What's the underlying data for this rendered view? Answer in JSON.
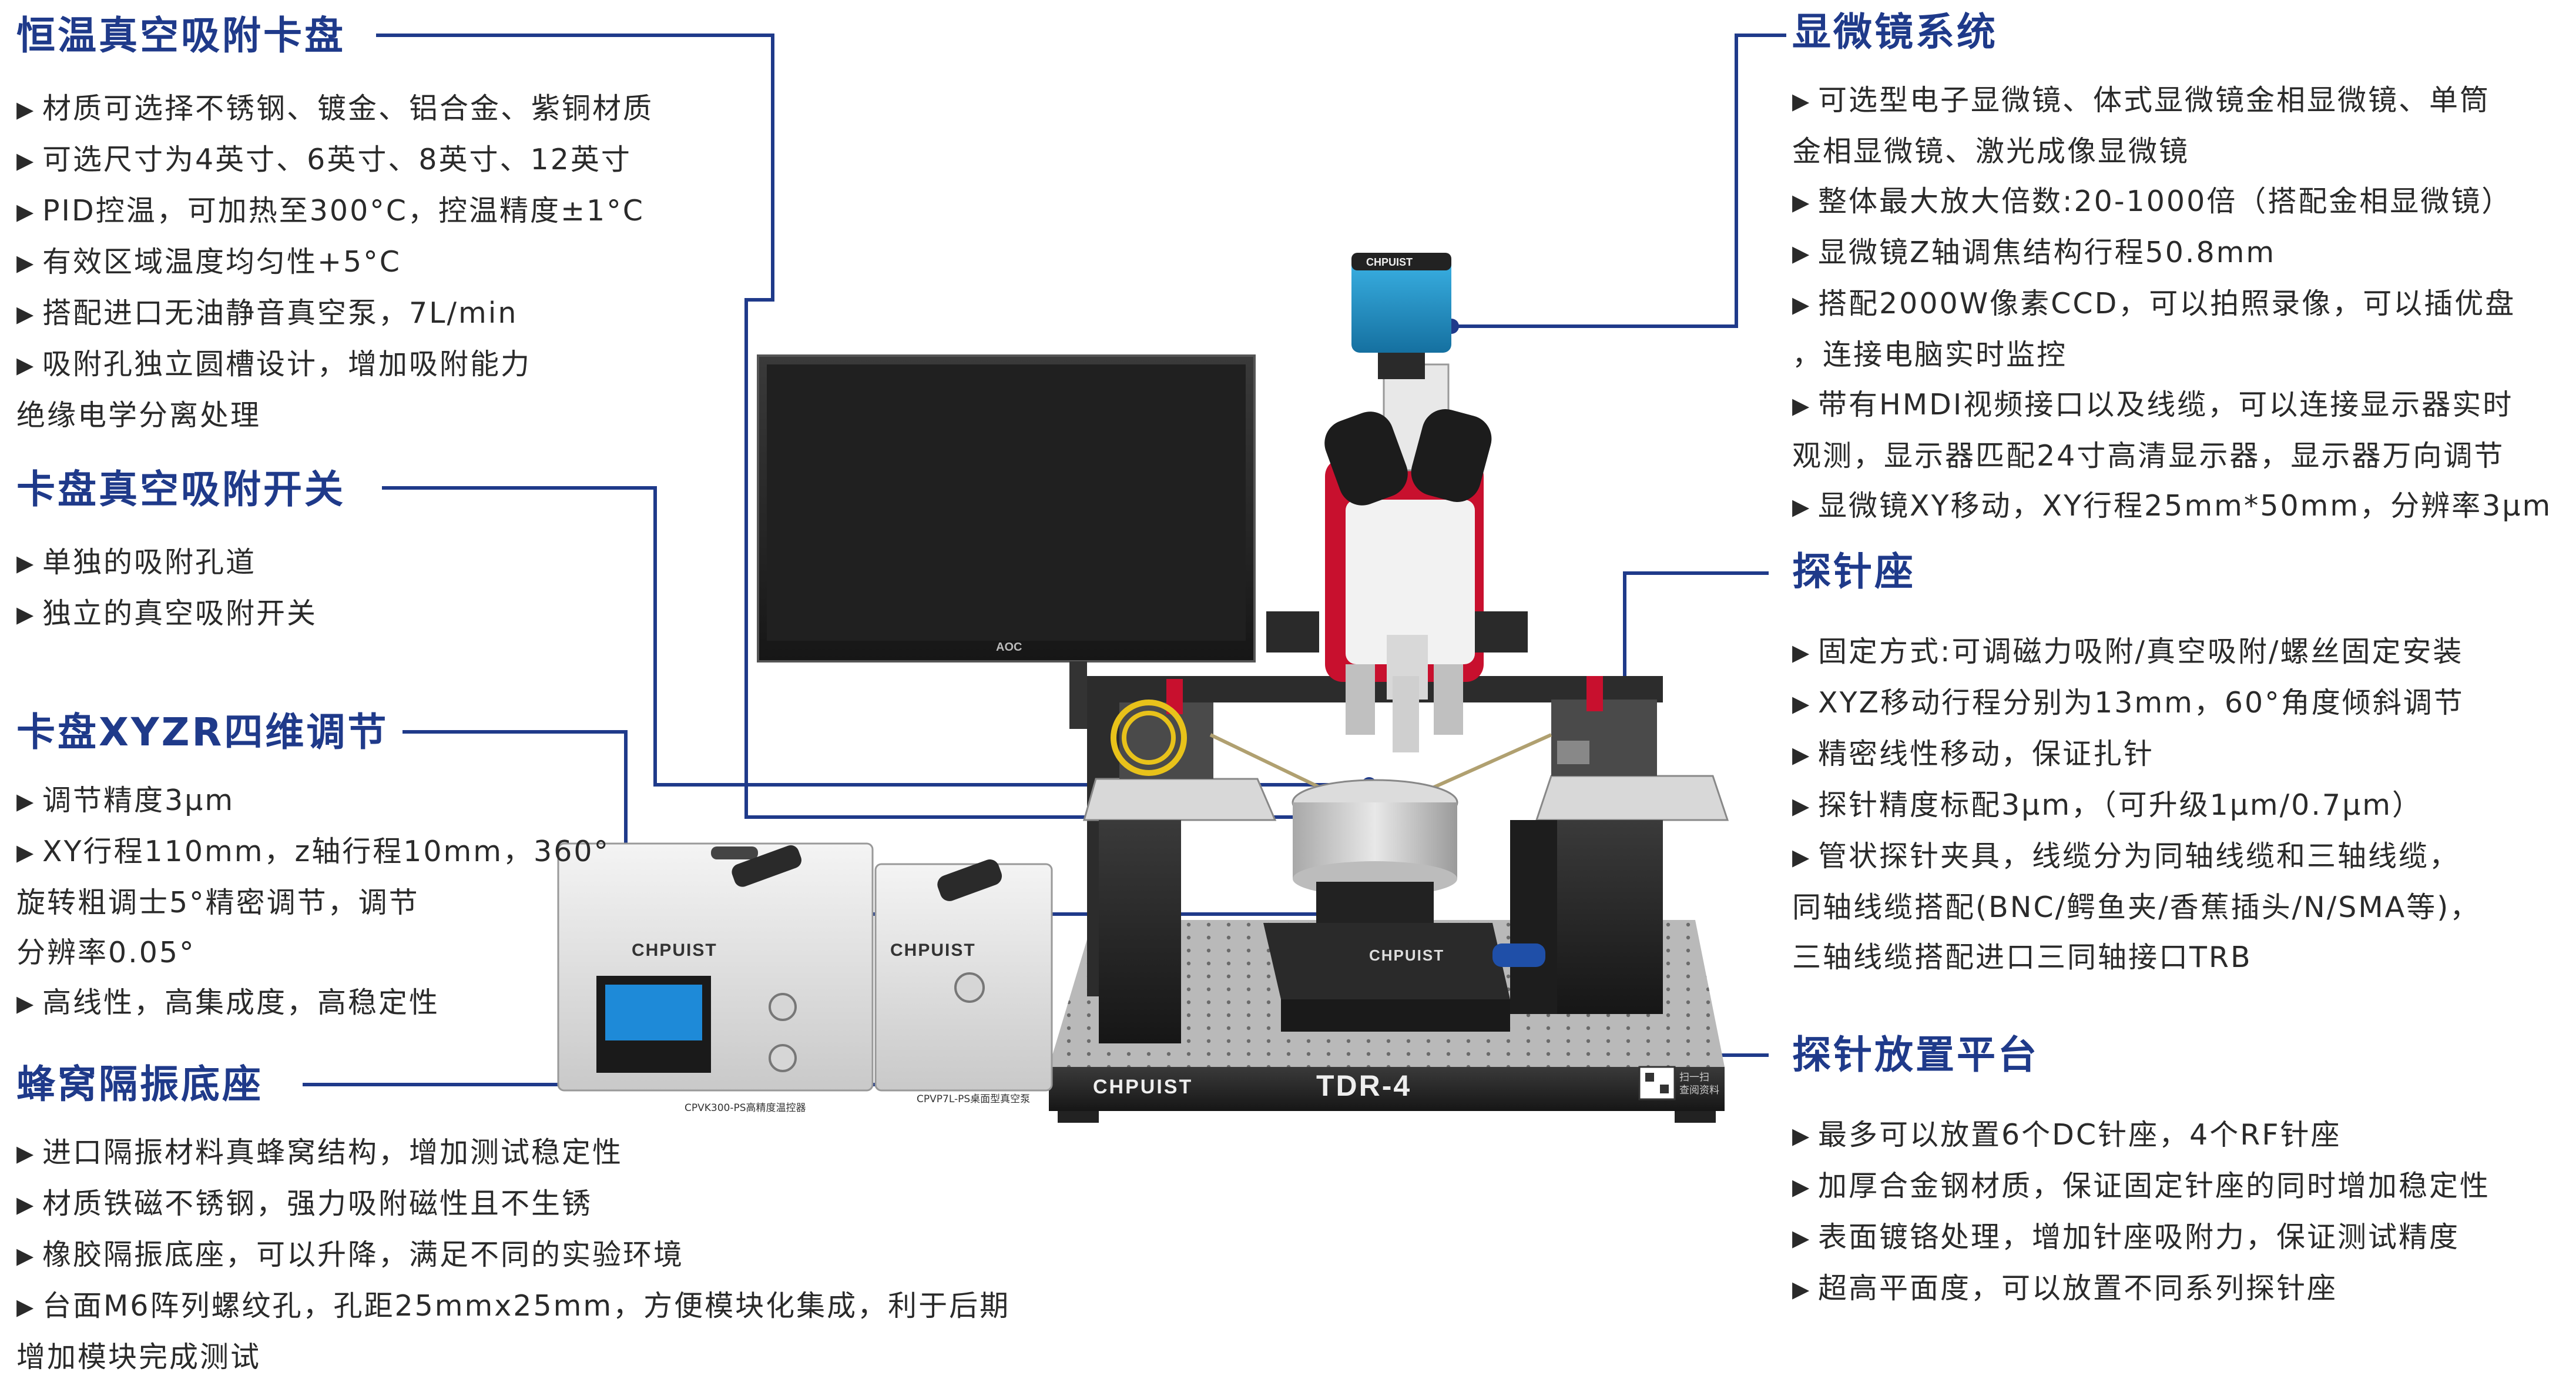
{
  "sections": {
    "chuck": {
      "title": "恒温真空吸附卡盘",
      "items": [
        "材质可选择不锈钢、镀金、铝合金、紫铜材质",
        "可选尺寸为4英寸、6英寸、8英寸、12英寸",
        "PID控温，可加热至300°C，控温精度±1°C",
        "有效区域温度均匀性+5°C",
        "搭配进口无油静音真空泵，7L/min",
        "吸附孔独立圆槽设计，增加吸附能力"
      ],
      "continuation": "绝缘电学分离处理"
    },
    "switch": {
      "title": "卡盘真空吸附开关",
      "items": [
        "单独的吸附孔道",
        "独立的真空吸附开关"
      ]
    },
    "xyzr": {
      "title": "卡盘XYZR四维调节",
      "items": [
        "调节精度3μm",
        "XY行程110mm，z轴行程10mm，360°",
        "高线性，高集成度，高稳定性"
      ],
      "continuation_lines": [
        "旋转粗调士5°精密调节，调节",
        "分辨率0.05°"
      ]
    },
    "base": {
      "title": "蜂窝隔振底座",
      "items": [
        "进口隔振材料真蜂窝结构，增加测试稳定性",
        "材质铁磁不锈钢，强力吸附磁性且不生锈",
        "橡胶隔振底座，可以升降，满足不同的实验环境",
        "台面M6阵列螺纹孔，孔距25mmx25mm，方便模块化集成，利于后期"
      ],
      "continuation": "增加模块完成测试"
    },
    "microscope": {
      "title": "显微镜系统",
      "items": [
        "可选型电子显微镜、体式显微镜金相显微镜、单筒",
        "整体最大放大倍数:20-1000倍（搭配金相显微镜）",
        "显微镜Z轴调焦结构行程50.8mm",
        "搭配2000W像素CCD，可以拍照录像，可以插优盘",
        "带有HMDI视频接口以及线缆，可以连接显示器实时",
        "显微镜XY移动，XY行程25mm*50mm，分辨率3μm"
      ],
      "continuations": {
        "0": "金相显微镜、激光成像显微镜",
        "3": "，连接电脑实时监控",
        "4": "观测，显示器匹配24寸高清显示器，显示器万向调节"
      }
    },
    "probe": {
      "title": "探针座",
      "items": [
        "固定方式:可调磁力吸附/真空吸附/螺丝固定安装",
        "XYZ移动行程分别为13mm，60°角度倾斜调节",
        "精密线性移动，保证扎针",
        "探针精度标配3μm，（可升级1μm/0.7μm）",
        "管状探针夹具，线缆分为同轴线缆和三轴线缆，"
      ],
      "continuation_lines": [
        "同轴线缆搭配(BNC/鳄鱼夹/香蕉插头/N/SMA等)，",
        "三轴线缆搭配进口三同轴接口TRB"
      ]
    },
    "platform": {
      "title": "探针放置平台",
      "items": [
        "最多可以放置6个DC针座，4个RF针座",
        "加厚合金钢材质，保证固定针座的同时增加稳定性",
        "表面镀铬处理，增加针座吸附力，保证测试精度",
        "超高平面度，可以放置不同系列探针座"
      ]
    }
  },
  "bullet": "▶",
  "device_labels": {
    "brand": "CHPUIST",
    "model": "TDR-4",
    "controller_model": "CPVK300-PS高精度温控器",
    "pump_model": "CPVP7L-PS桌面型真空泵",
    "monitor_brand": "AOC",
    "camera_brand": "CHPUIST",
    "qr_caption_1": "扫一扫",
    "qr_caption_2": "查阅资料"
  },
  "colors": {
    "accent": "#1f3a8a",
    "text": "#2a2a2a",
    "camera_blue": "#1a8fc4",
    "microscope_red": "#c8102e",
    "cable_yellow": "#e8c21a"
  }
}
